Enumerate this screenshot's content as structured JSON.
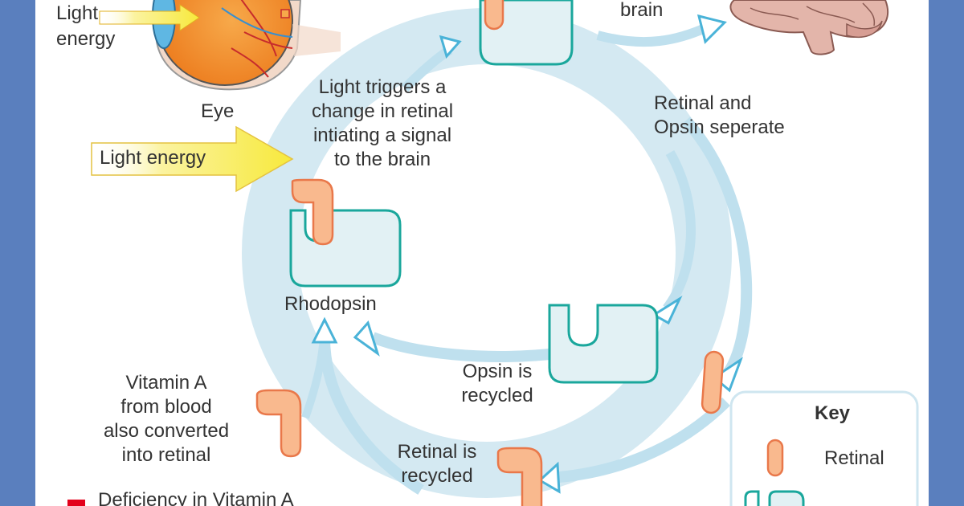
{
  "labels": {
    "light_energy_top_1": "Light",
    "light_energy_top_2": "energy",
    "eye": "Eye",
    "brain": "brain",
    "light_energy_main": "Light energy",
    "trigger_1": "Light triggers a",
    "trigger_2": "change in retinal",
    "trigger_3": "intiating a signal",
    "trigger_4": "to the brain",
    "separate_1": "Retinal and",
    "separate_2": "Opsin seperate",
    "rhodopsin": "Rhodopsin",
    "opsin_1": "Opsin is",
    "opsin_2": "recycled",
    "retinal_rec_1": "Retinal is",
    "retinal_rec_2": "recycled",
    "vitamin_1": "Vitamin A",
    "vitamin_2": "from blood",
    "vitamin_3": "also converted",
    "vitamin_4": "into retinal",
    "deficiency": "Deficiency in Vitamin A"
  },
  "key": {
    "title": "Key",
    "retinal": "Retinal"
  },
  "colors": {
    "ring": "#cce4ef",
    "arrow": "#bfe0ee",
    "arrow_outline": "#4ab3d8",
    "opsin_fill": "#e2f1f4",
    "opsin_stroke": "#1aa79c",
    "retinal_fill": "#f9b98e",
    "retinal_stroke": "#e9784a",
    "light_arrow": "#f7e93c",
    "eye_orange": "#f28c28",
    "brain": "#d9a9a0",
    "deficiency_marker": "#e3001b",
    "page_border": "#5a7fbe"
  }
}
